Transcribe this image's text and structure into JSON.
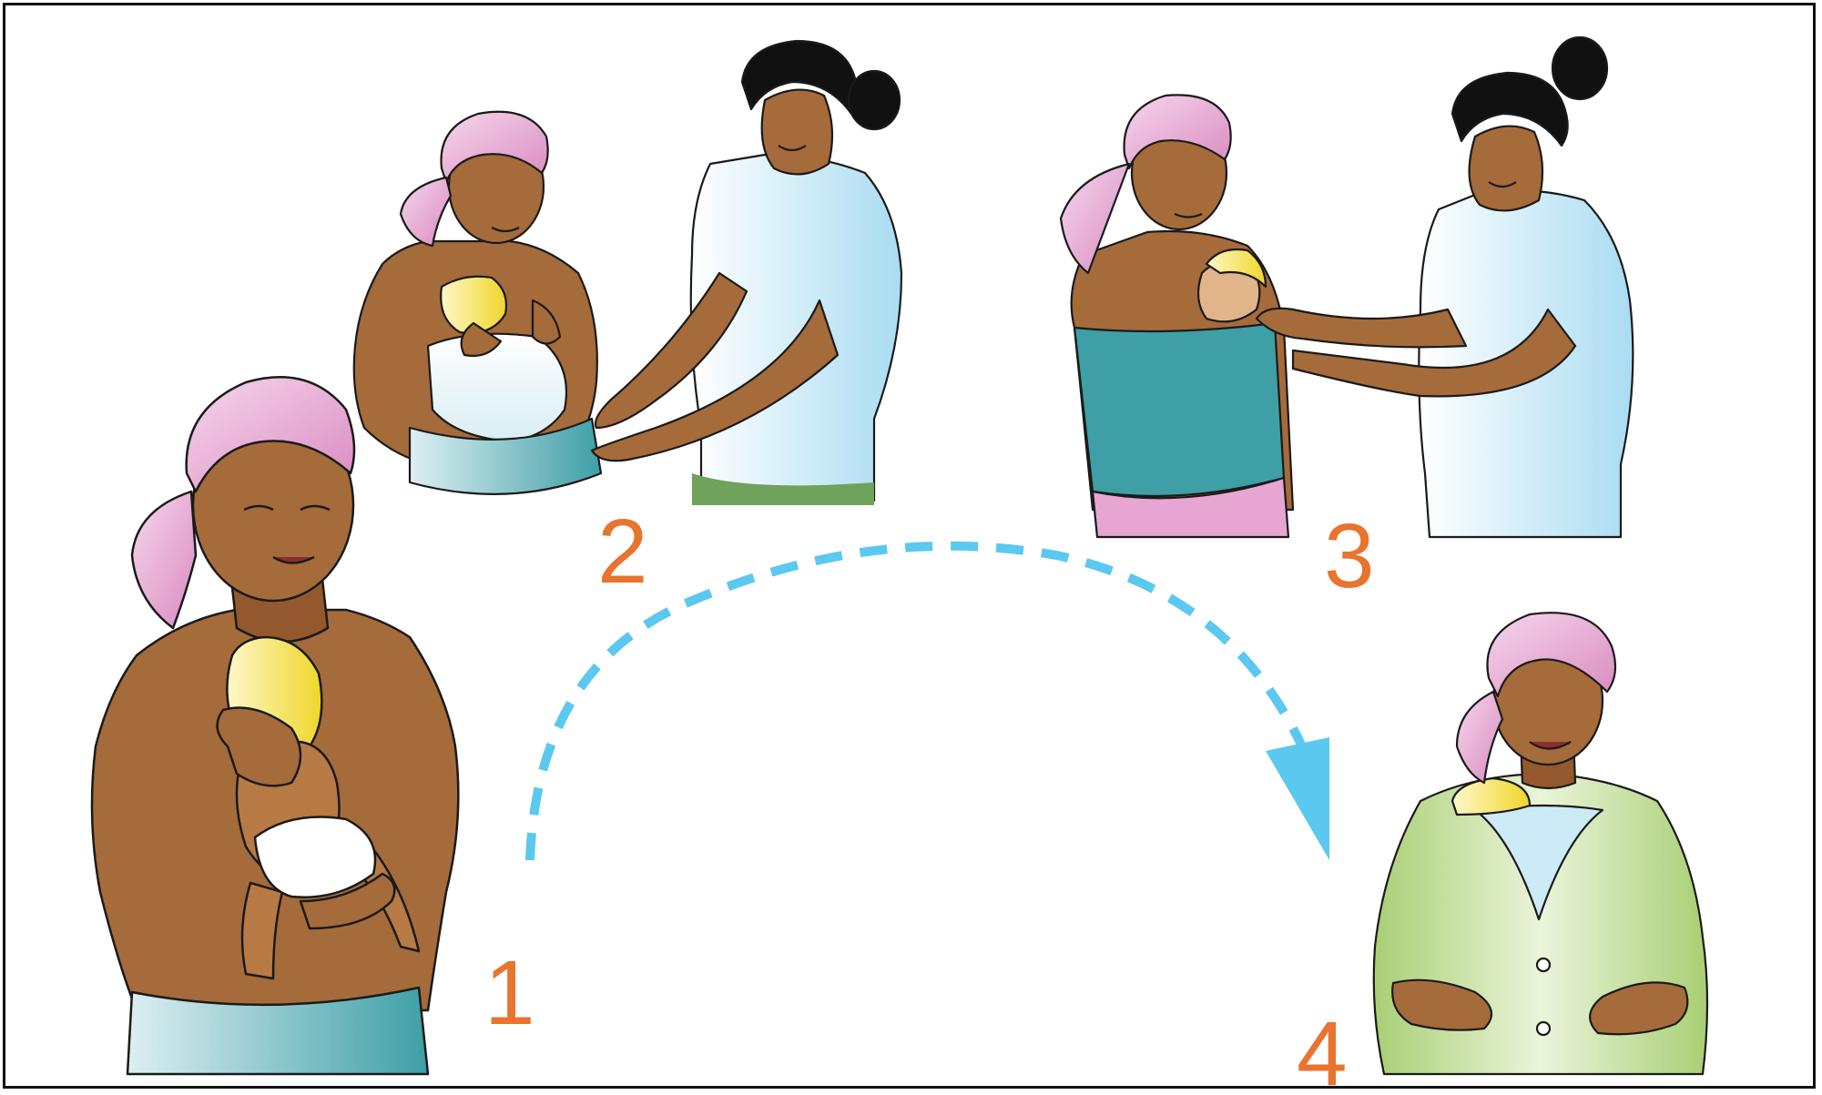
{
  "steps": [
    {
      "number": "1"
    },
    {
      "number": "2"
    },
    {
      "number": "3"
    },
    {
      "number": "4"
    }
  ],
  "colors": {
    "skin": "#A56B3A",
    "skin_dark": "#7A4A22",
    "headscarf": "#E7A6D2",
    "baby_hat": "#F3E35A",
    "wrap_teal": "#3E9FA6",
    "shirt_blue": "#CDEBF7",
    "jacket_green": "#B9D98A",
    "skirt_pink": "#E7A6D2",
    "hair": "#111111",
    "arrow": "#5BC8EF",
    "number": "#E8742F",
    "outline": "#1a1a1a"
  },
  "icons": {
    "arrow": "curved-dashed-arrow-icon"
  }
}
